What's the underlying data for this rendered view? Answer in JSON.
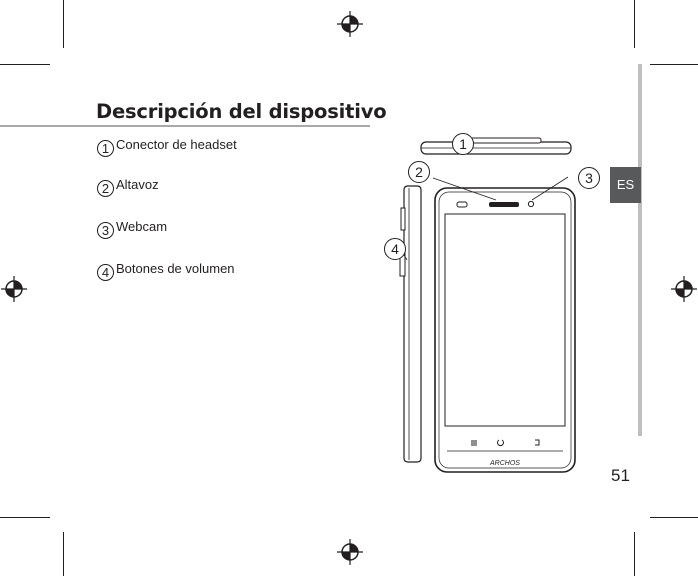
{
  "page": {
    "title": "Descripción del dispositivo",
    "language_tab": "ES",
    "page_number": "51"
  },
  "items": [
    {
      "number": "1",
      "label": "Conector de headset"
    },
    {
      "number": "2",
      "label": "Altavoz"
    },
    {
      "number": "3",
      "label": "Webcam"
    },
    {
      "number": "4",
      "label": "Botones de volumen"
    }
  ],
  "device": {
    "brand": "ARCHOS",
    "callouts": [
      "1",
      "2",
      "3",
      "4"
    ]
  },
  "colors": {
    "text": "#231f20",
    "rule": "#a7a9ac",
    "tab_background": "#58595b",
    "side_bar": "#bcbec0"
  },
  "icons": [
    "registration-mark-icon",
    "menu-button-icon",
    "home-button-icon",
    "back-button-icon"
  ]
}
